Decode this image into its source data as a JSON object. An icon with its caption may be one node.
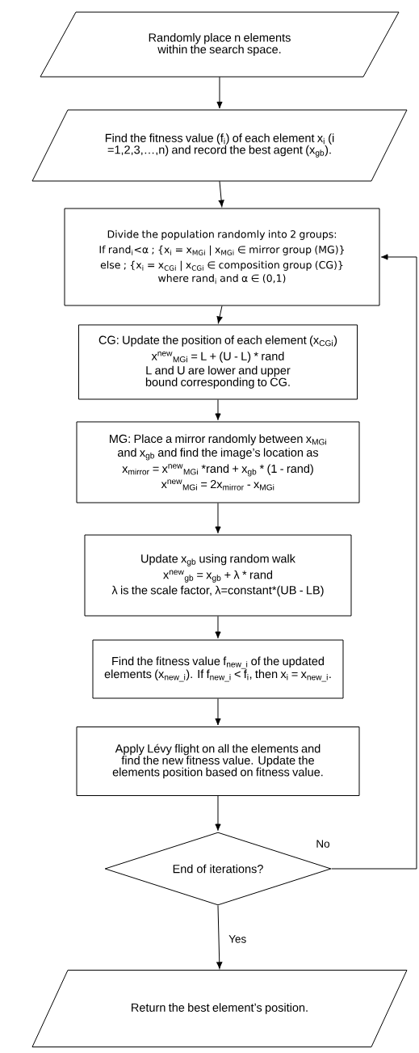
{
  "diagram": {
    "nodes": [
      {
        "text": [
          "Randomly place n elements within the search space."
        ]
      },
      {
        "text": [
          "Find the fitness value (f$_{i}$) of each element x$_{i}$ (i =1,2,3,…,n) and record the best agent (x$_{gb}$)."
        ]
      },
      {
        "text": [
          "Divide the population randomly into 2 groups:",
          "If rand$_{i}$<α ; {x$_{i}$ = x$_{MGi}$ | x$_{MGi}$ ∈ mirror group (MG)}",
          "else ; {x$_{i}$ = x$_{CGi}$ | x$_{CGi}$ ∈ composition group (CG)}",
          "where rand$_{i}$ and α ∈ (0,1)"
        ]
      },
      {
        "text": [
          "CG: Update the position of each element (x$_{CGi}$)",
          "x$^{new}$$_{MGi}$ = L + (U - L) * rand",
          "L and U are lower and upper bound corresponding to CG."
        ]
      },
      {
        "text": [
          "MG: Place a mirror randomly between x$_{MGi}$ and x$_{gb}$ and find the image’s location as",
          "x$_{mirror}$ = x$^{new}$$_{MGi}$ *rand + x$_{gb}$ * (1 - rand)",
          "x$^{new}$$_{MGi}$ = 2x$_{mirror}$ - x$_{MGi}$"
        ]
      },
      {
        "text": [
          "Update x$_{gb}$ using random walk",
          "x$^{new}$$_{gb}$ = x$_{gb}$ + λ * rand",
          "λ is the scale factor, λ=constant*(UB - LB)"
        ]
      },
      {
        "text": [
          "Find the fitness value f$_{new_i}$ of the updated elements (x$_{new_i}$). If f$_{new_i}$ < f$_{i}$, then x$_{i}$ = x$_{new_i}$."
        ]
      },
      {
        "text": [
          "Apply Lévy flight on all the elements and find the new fitness value. Update the elements position based on fitness value."
        ]
      },
      {
        "text": [
          "End of iterations?"
        ]
      },
      {
        "text": [
          "Return the best element’s position."
        ]
      }
    ],
    "edges": [
      {
        "from": 0,
        "to": 1,
        "arrow": "to"
      },
      {
        "from": 1,
        "to": 2,
        "arrow": "to"
      },
      {
        "from": 2,
        "to": 3,
        "arrow": "to"
      },
      {
        "from": 3,
        "to": 4,
        "arrow": "to"
      },
      {
        "from": 4,
        "to": 5,
        "arrow": "to"
      },
      {
        "from": 5,
        "to": 6,
        "arrow": "to"
      },
      {
        "from": 6,
        "to": 7,
        "arrow": "to"
      },
      {
        "from": 7,
        "to": 8,
        "arrow": "to"
      },
      {
        "from": 8,
        "to": 9,
        "arrow": "to",
        "label": "Yes"
      },
      {
        "from": 8,
        "to": 2,
        "arrow": "to",
        "label": "No"
      }
    ]
  }
}
